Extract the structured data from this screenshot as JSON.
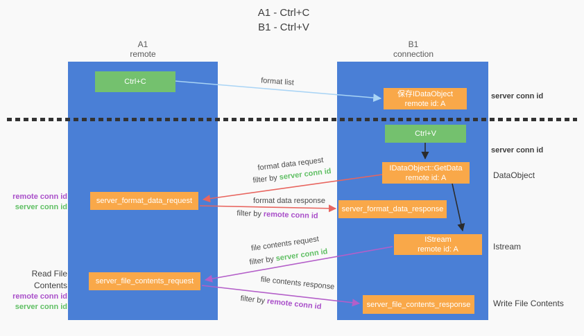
{
  "title": {
    "line1": "A1 - Ctrl+C",
    "line2": "B1 - Ctrl+V"
  },
  "columns": {
    "left": {
      "name": "A1",
      "role": "remote"
    },
    "right": {
      "name": "B1",
      "role": "connection"
    }
  },
  "boxes": {
    "ctrl_c": {
      "label": "Ctrl+C"
    },
    "ctrl_v": {
      "label": "Ctrl+V"
    },
    "save_dataobject": {
      "line1": "保存IDataObject",
      "line2": "remote id: A"
    },
    "getdata": {
      "line1": "IDataObject::GetData",
      "line2": "remote id: A"
    },
    "istream": {
      "line1": "IStream",
      "line2": "remote id: A"
    },
    "server_format_data_request": {
      "label": "server_format_data_request"
    },
    "server_format_data_response": {
      "label": "server_format_data_response"
    },
    "server_file_contents_request": {
      "label": "server_file_contents_request"
    },
    "server_file_contents_response": {
      "label": "server_file_contents_response"
    }
  },
  "arrow_labels": {
    "format_list": "format list",
    "format_data_request": "format data request",
    "format_data_response": "format data response",
    "file_contents_request": "file contents request",
    "file_contents_response": "file contents response",
    "filter_by": "filter by",
    "server_conn_id": "server conn id",
    "remote_conn_id": "remote conn id"
  },
  "side_labels": {
    "server_conn_id_top": "server conn id",
    "server_conn_id_middle": "server conn id",
    "dataobject": "DataObject",
    "istream": "Istream",
    "write_file_contents": "Write File Contents",
    "read_file_contents": "Read File Contents",
    "format_remote_conn_id": "remote conn id",
    "format_server_conn_id": "server conn id",
    "file_remote_conn_id": "remote conn id",
    "file_server_conn_id": "server conn id"
  },
  "colors": {
    "column_blue": "#4a7fd6",
    "box_green": "#74c16e",
    "box_orange": "#f9a849",
    "arrow_red": "#e8655f",
    "arrow_purple": "#b45fc9",
    "arrow_blue": "#a9d4f5",
    "text_green": "#5fbf63",
    "text_purple": "#a94fc9",
    "text_dark": "#3d3d3d",
    "background": "#f9f9f9",
    "dotted": "#333333"
  }
}
